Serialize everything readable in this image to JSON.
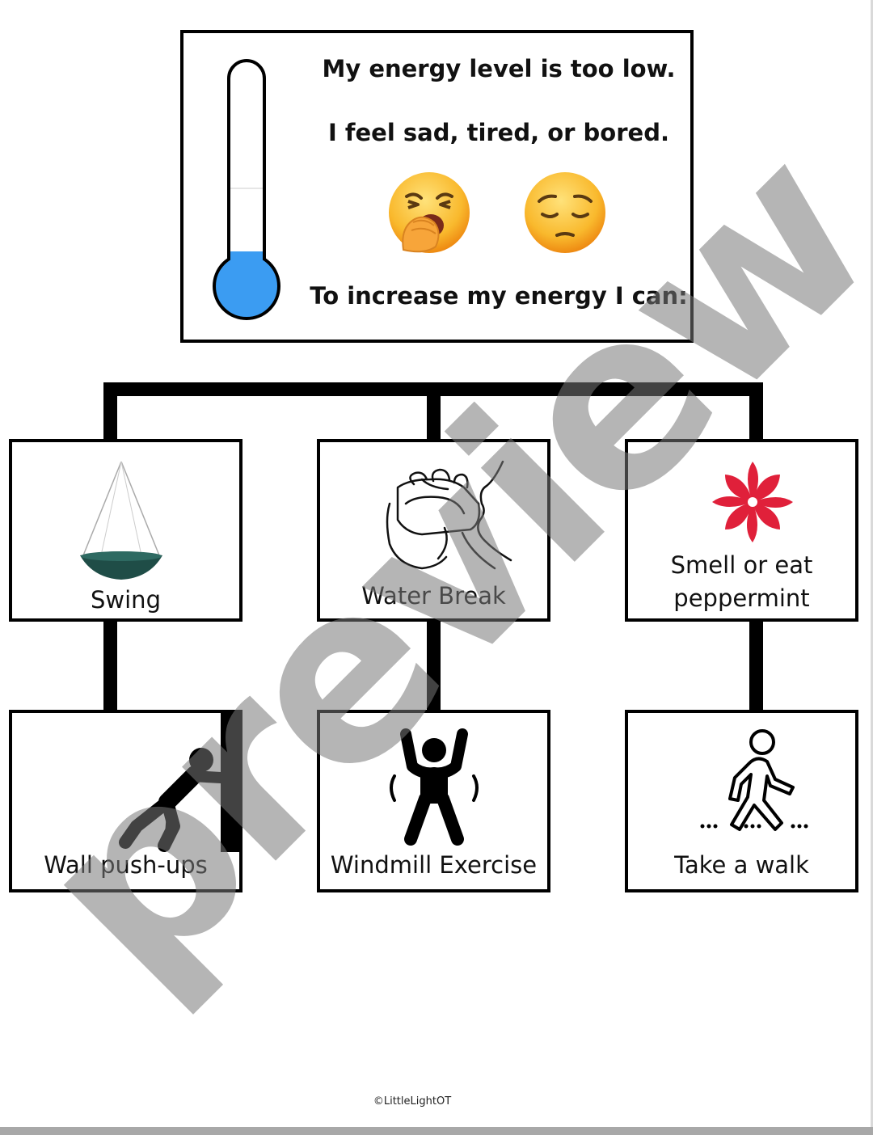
{
  "header": {
    "line1": "My energy level is too low.",
    "line2": "I feel sad, tired, or bored.",
    "line3": "To increase my energy I can:",
    "thermometer_level_fraction": 0.15,
    "thermometer_color": "#3b9cf2",
    "emojis": [
      "yawning-face-icon",
      "pensive-face-icon"
    ]
  },
  "options": [
    {
      "label": "Swing",
      "icon": "swing-icon"
    },
    {
      "label": "Water Break",
      "icon": "drinking-water-icon"
    },
    {
      "label_line1": "Smell or eat",
      "label_line2": "peppermint",
      "icon": "peppermint-icon"
    },
    {
      "label": "Wall push-ups",
      "icon": "wall-pushup-icon"
    },
    {
      "label": "Windmill Exercise",
      "icon": "windmill-exercise-icon"
    },
    {
      "label": "Take a walk",
      "icon": "walking-person-icon"
    }
  ],
  "watermark": "preview",
  "credit": "©LittleLightOT",
  "colors": {
    "border": "#000000",
    "peppermint": "#e0203a",
    "swing_seat": "#1f4d47",
    "emoji": "#f7b731"
  }
}
